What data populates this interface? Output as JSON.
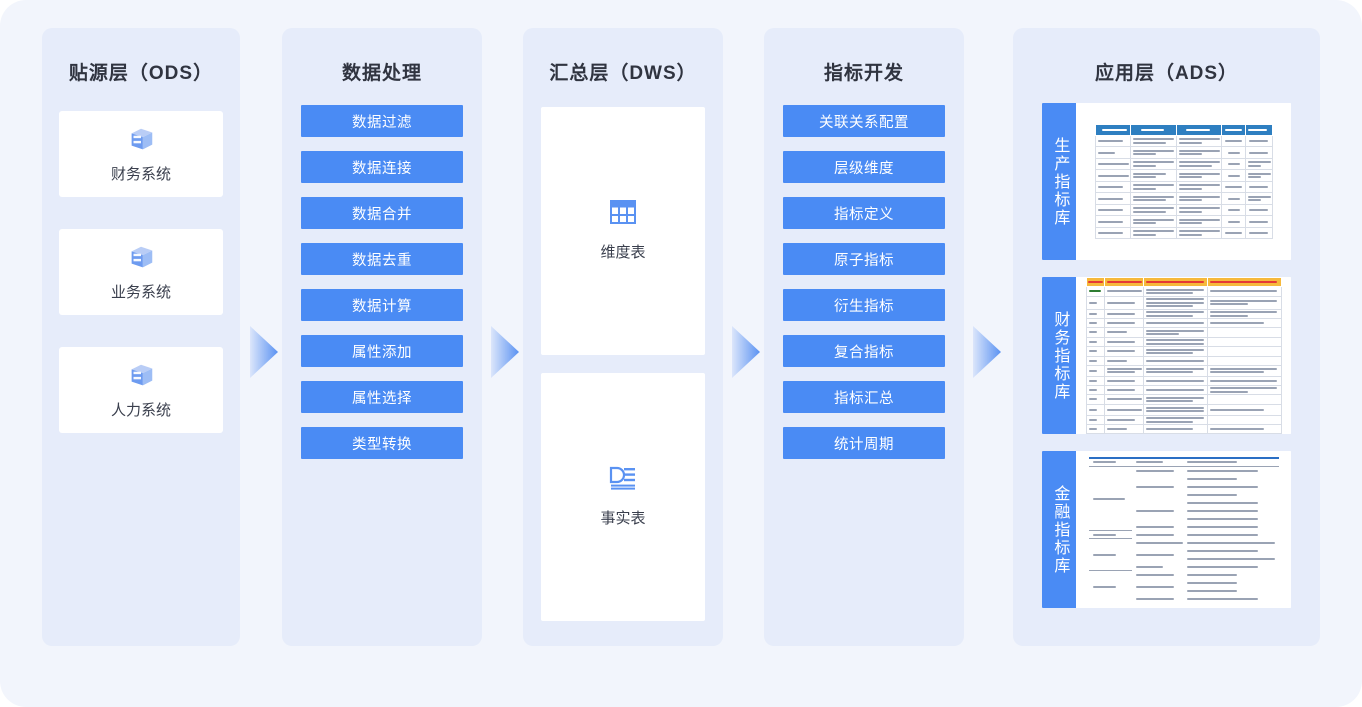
{
  "canvas": {
    "background": "#f2f5fc",
    "column_bg": "#e6ecfa",
    "accent": "#4a8bf4",
    "title_color": "#303440"
  },
  "columns": [
    {
      "key": "ods",
      "title": "贴源层（ODS）",
      "cards": [
        {
          "label": "财务系统",
          "icon": "server-icon"
        },
        {
          "label": "业务系统",
          "icon": "server-icon"
        },
        {
          "label": "人力系统",
          "icon": "server-icon"
        }
      ]
    },
    {
      "key": "process",
      "title": "数据处理",
      "steps": [
        "数据过滤",
        "数据连接",
        "数据合并",
        "数据去重",
        "数据计算",
        "属性添加",
        "属性选择",
        "类型转换"
      ]
    },
    {
      "key": "dws",
      "title": "汇总层（DWS）",
      "cards": [
        {
          "label": "维度表",
          "icon": "table-grid-icon"
        },
        {
          "label": "事实表",
          "icon": "data-list-icon"
        }
      ]
    },
    {
      "key": "indicator",
      "title": "指标开发",
      "steps": [
        "关联关系配置",
        "层级维度",
        "指标定义",
        "原子指标",
        "衍生指标",
        "复合指标",
        "指标汇总",
        "统计周期"
      ]
    },
    {
      "key": "ads",
      "title": "应用层（ADS）",
      "cards": [
        {
          "label": "生产指标库",
          "thumb": "blue-header-table"
        },
        {
          "label": "财务指标库",
          "thumb": "orange-header-table"
        },
        {
          "label": "金融指标库",
          "thumb": "plain-table"
        }
      ]
    }
  ],
  "arrows": [
    {
      "name": "arrow-ods-to-process"
    },
    {
      "name": "arrow-process-to-dws"
    },
    {
      "name": "arrow-dws-to-indicator"
    },
    {
      "name": "arrow-indicator-to-ads"
    }
  ]
}
